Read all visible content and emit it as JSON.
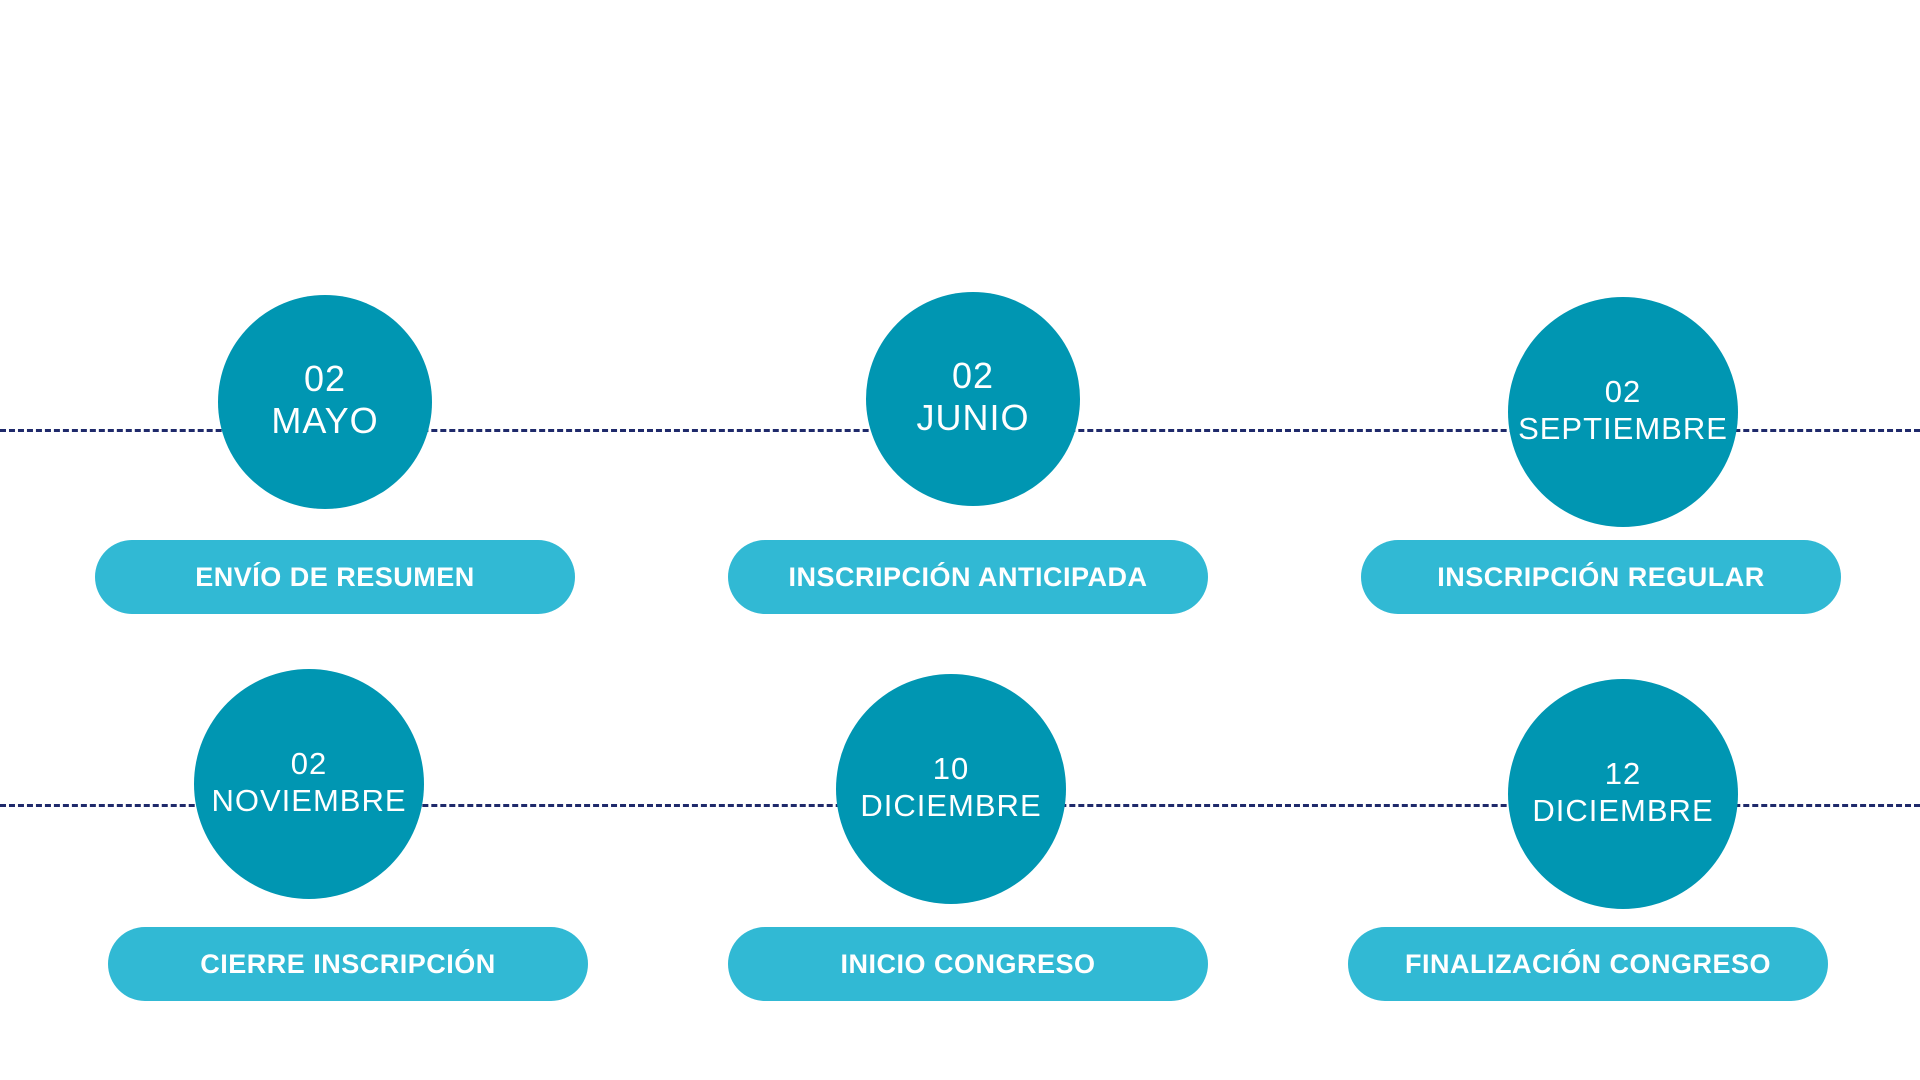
{
  "colors": {
    "circle": "#0096b2",
    "pill": "#31b9d4",
    "line": "#1f2a6b",
    "text": "#ffffff"
  },
  "timeline": [
    {
      "day": "02",
      "month": "MAYO",
      "event": "ENVÍO DE RESUMEN"
    },
    {
      "day": "02",
      "month": "JUNIO",
      "event": "INSCRIPCIÓN ANTICIPADA"
    },
    {
      "day": "02",
      "month": "SEPTIEMBRE",
      "event": "INSCRIPCIÓN REGULAR"
    },
    {
      "day": "02",
      "month": "NOVIEMBRE",
      "event": "CIERRE INSCRIPCIÓN"
    },
    {
      "day": "10",
      "month": "DICIEMBRE",
      "event": "INICIO CONGRESO"
    },
    {
      "day": "12",
      "month": "DICIEMBRE",
      "event": "FINALIZACIÓN CONGRESO"
    }
  ]
}
